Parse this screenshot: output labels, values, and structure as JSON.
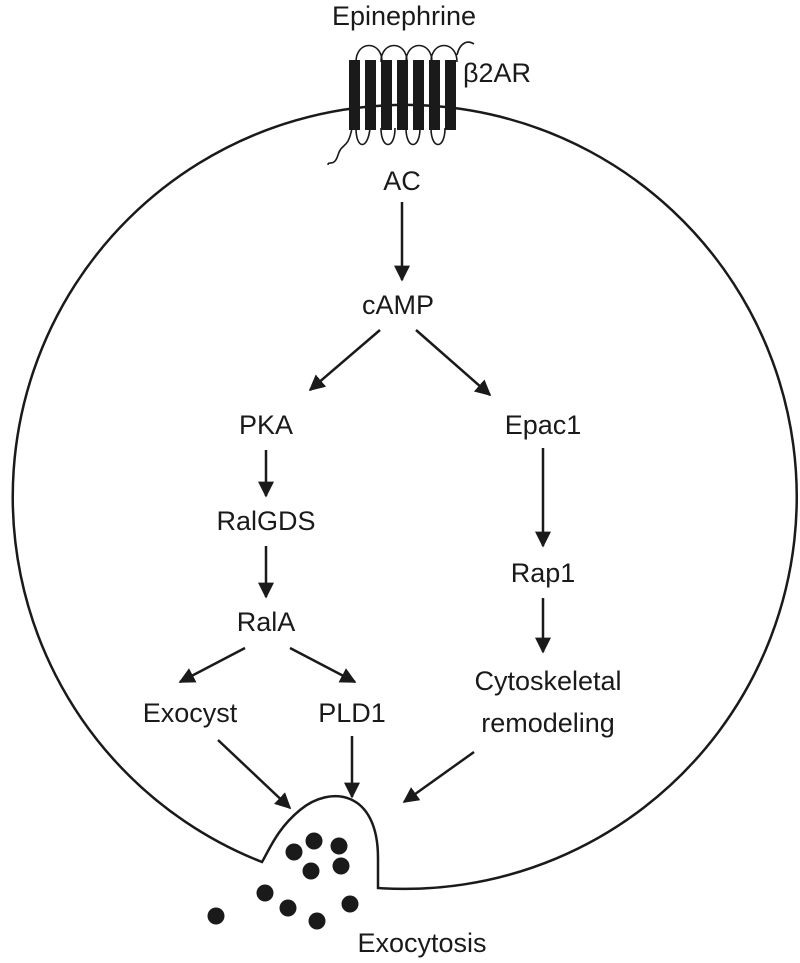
{
  "receptor": {
    "ligand": "Epinephrine",
    "name": "β2AR"
  },
  "nodes": {
    "ac": "AC",
    "camp": "cAMP",
    "pka": "PKA",
    "epac1": "Epac1",
    "ralgds": "RalGDS",
    "rap1": "Rap1",
    "rala": "RalA",
    "exocyst": "Exocyst",
    "pld1": "PLD1",
    "cytoskeletal": [
      "Cytoskeletal",
      "remodeling"
    ],
    "exocytosis": "Exocytosis"
  },
  "colors": {
    "ink": "#1a1a1a",
    "background": "#ffffff"
  }
}
